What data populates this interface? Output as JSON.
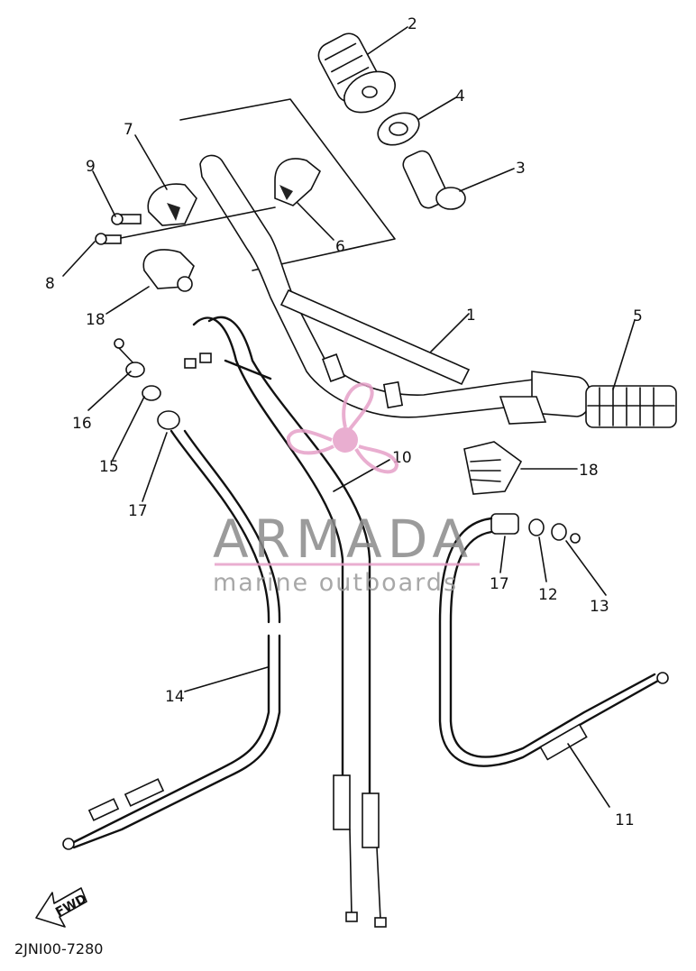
{
  "diagram": {
    "code": "2JNI00-7280",
    "fwd_label": "FWD",
    "watermark": {
      "brand": "ARMADA",
      "tagline": "marine outboards",
      "brand_color": "#8a8a8a",
      "accent_color": "#e6a0c8"
    },
    "callouts": {
      "c1": "1",
      "c2": "2",
      "c3": "3",
      "c4": "4",
      "c5": "5",
      "c6": "6",
      "c7": "7",
      "c8": "8",
      "c9": "9",
      "c10": "10",
      "c11": "11",
      "c12": "12",
      "c13": "13",
      "c14": "14",
      "c15": "15",
      "c16": "16",
      "c17a": "17",
      "c17b": "17",
      "c18a": "18",
      "c18b": "18"
    }
  }
}
